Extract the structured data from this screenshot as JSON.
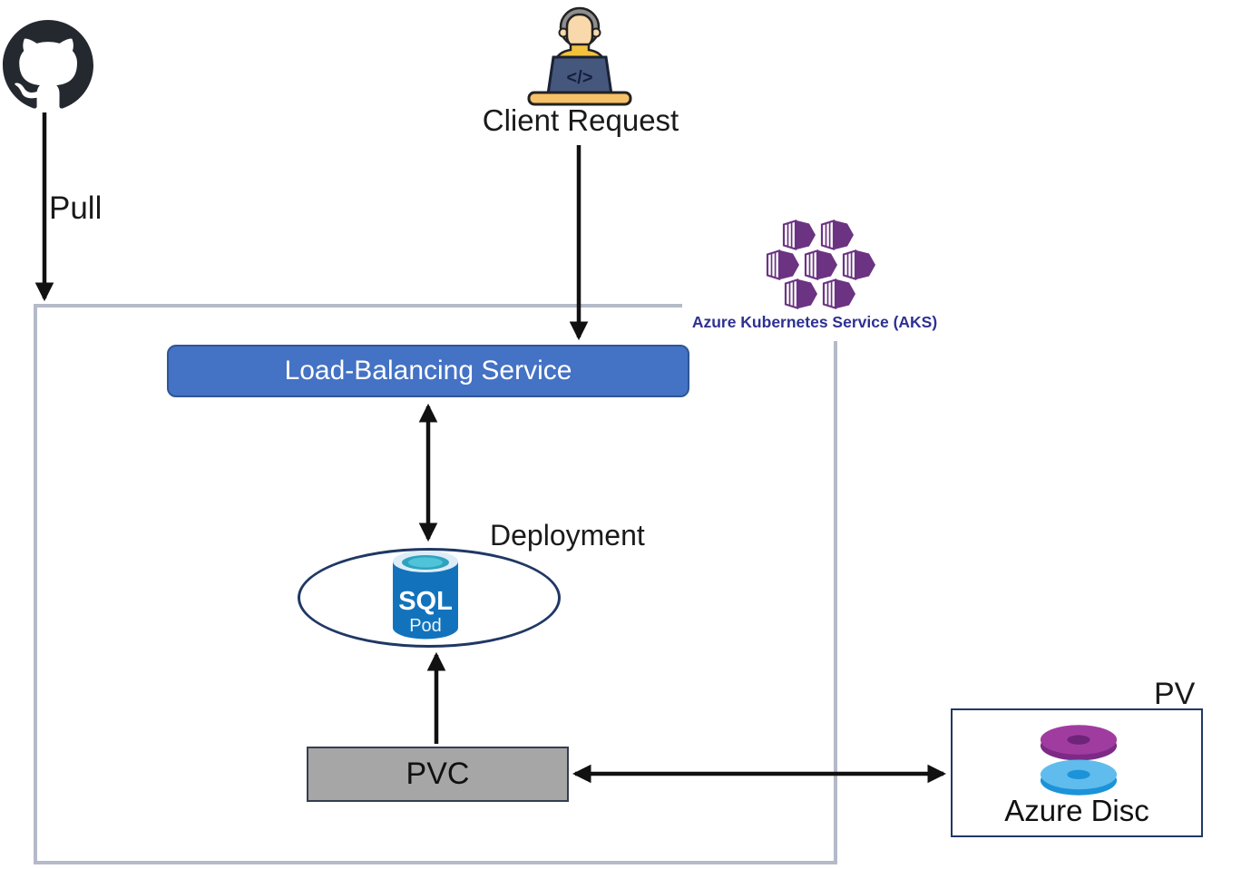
{
  "labels": {
    "pull": "Pull",
    "client_request": "Client Request",
    "laptop_code_glyph": "</>",
    "aks": "Azure Kubernetes Service (AKS)",
    "load_balancing_service": "Load-Balancing Service",
    "deployment": "Deployment",
    "sql": "SQL",
    "pod": "Pod",
    "pvc": "PVC",
    "pv": "PV",
    "azure_disc": "Azure Disc"
  },
  "icons": {
    "github": "github-icon",
    "client": "developer-at-laptop-icon",
    "aks": "aks-containers-icon",
    "sql_pod": "sql-database-pod-icon",
    "azure_disc": "azure-disc-stack-icon"
  },
  "connections": [
    {
      "from": "GitHub",
      "to": "AKS cluster",
      "label": "Pull",
      "arrow": "one-way"
    },
    {
      "from": "Client Request",
      "to": "Load-Balancing Service",
      "arrow": "one-way"
    },
    {
      "from": "Load-Balancing Service",
      "to": "Deployment (SQL Pod)",
      "arrow": "two-way"
    },
    {
      "from": "PVC",
      "to": "SQL Pod",
      "arrow": "one-way"
    },
    {
      "from": "PVC",
      "to": "Azure Disc (PV)",
      "arrow": "two-way"
    }
  ],
  "colors": {
    "load_balancer_fill": "#4472C4",
    "load_balancer_border": "#2F5597",
    "pvc_fill": "#A6A6A6",
    "pvc_border": "#333F50",
    "cluster_border": "#B4BAC8",
    "ellipse_border": "#1F3864",
    "pv_box_border": "#203864",
    "aks_purple": "#6B3382",
    "aks_label_blue": "#2E3192",
    "github_black": "#24292F",
    "sql_cylinder_blue": "#1273BC",
    "disc_purple": "#A03CA0",
    "disc_blue": "#5FBCEC",
    "arrow_black": "#111111"
  }
}
